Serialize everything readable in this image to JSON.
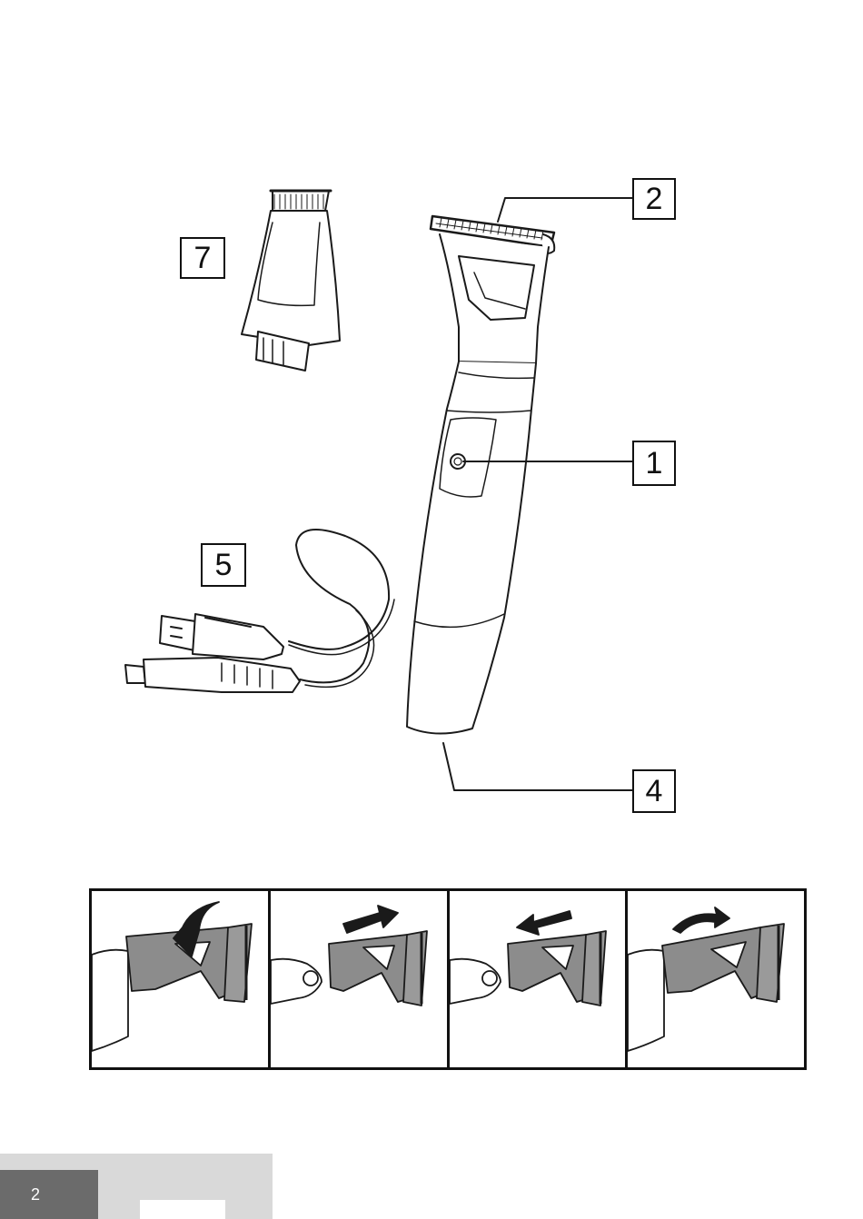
{
  "callouts": {
    "handle": "1",
    "trimming_head": "2",
    "socket": "4",
    "usb_cable": "5",
    "precision_trimmer": "7"
  },
  "instruction_steps": [
    {
      "action": "press-down"
    },
    {
      "action": "pull-off"
    },
    {
      "action": "push-on"
    },
    {
      "action": "rotate-click"
    }
  ],
  "footer": {
    "page_number": "2"
  },
  "colors": {
    "line": "#1a1a1a",
    "part_gray": "#8c8c8c",
    "footer_light": "#d9d9d9",
    "footer_dark": "#6b6b6b"
  }
}
